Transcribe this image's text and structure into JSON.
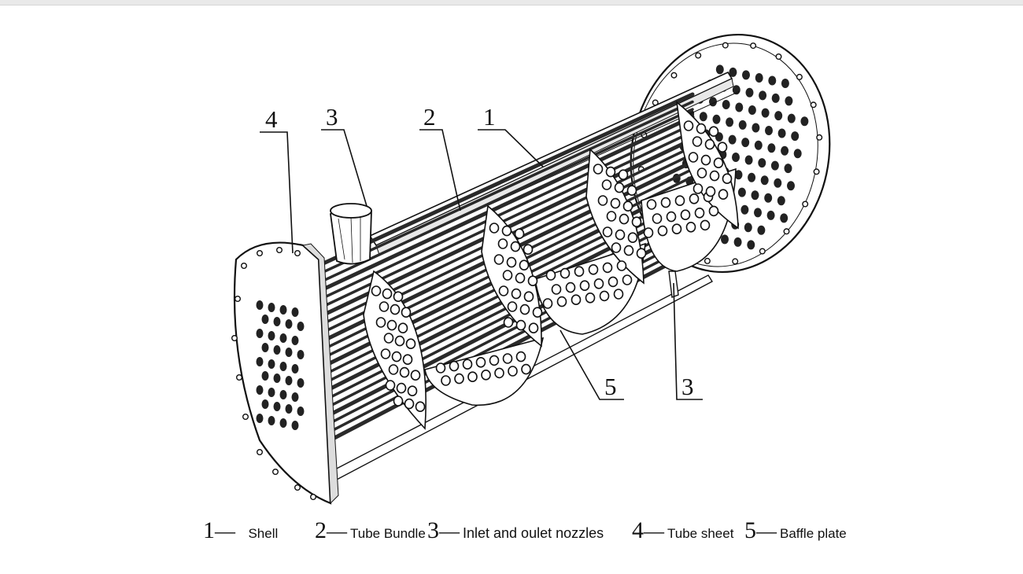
{
  "callouts": {
    "c1": "1",
    "c2": "2",
    "c3_top": "3",
    "c3_bottom": "3",
    "c4": "4",
    "c5": "5"
  },
  "legend": [
    {
      "number": "1",
      "dash": "—",
      "label": "Shell"
    },
    {
      "number": "2",
      "dash": "—",
      "label": "Tube Bundle"
    },
    {
      "number": "3",
      "dash": "—",
      "label": "Inlet and oulet nozzles"
    },
    {
      "number": "4",
      "dash": "—",
      "label": "Tube sheet"
    },
    {
      "number": "5",
      "dash": "—",
      "label": "Baffle plate"
    }
  ],
  "colors": {
    "ink": "#111111",
    "tube": "#2a2a2a",
    "paper": "#ffffff"
  }
}
